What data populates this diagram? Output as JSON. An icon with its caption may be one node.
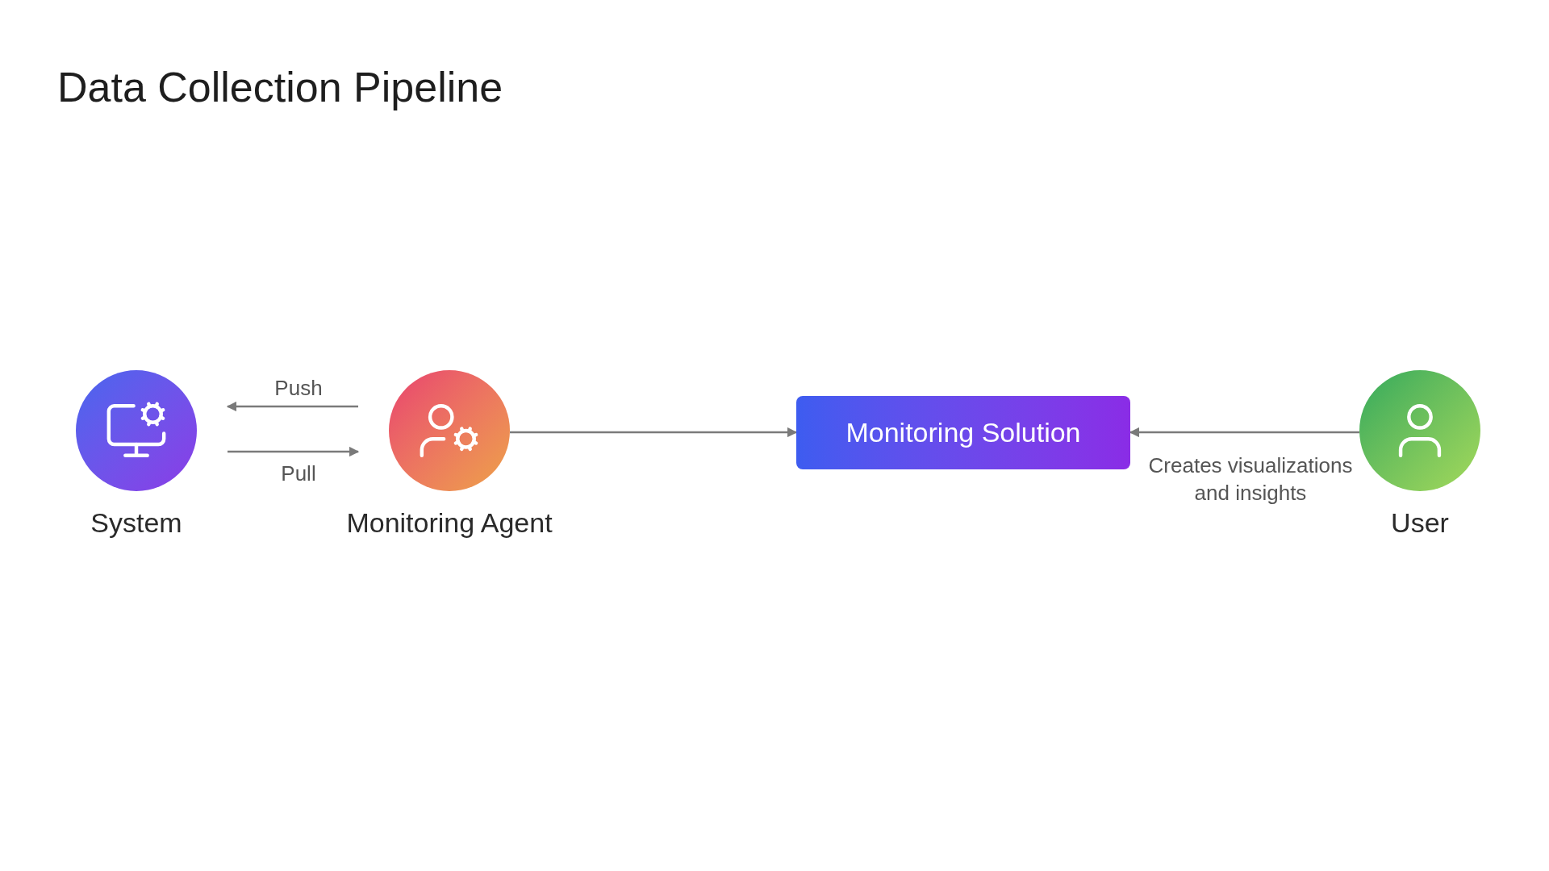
{
  "diagram": {
    "title": "Data Collection Pipeline",
    "nodes": [
      {
        "text": [
          "System"
        ]
      },
      {
        "text": [
          "Monitoring Agent"
        ]
      },
      {
        "text": [
          "Monitoring Solution"
        ]
      },
      {
        "text": [
          "User"
        ]
      }
    ],
    "edges": [
      {
        "from": 1,
        "to": 0,
        "arrow": "to",
        "label": "Push"
      },
      {
        "from": 0,
        "to": 1,
        "arrow": "to",
        "label": "Pull"
      },
      {
        "from": 1,
        "to": 2,
        "arrow": "to"
      },
      {
        "from": 3,
        "to": 2,
        "arrow": "to",
        "label": "Creates visualizations and insights"
      }
    ]
  }
}
